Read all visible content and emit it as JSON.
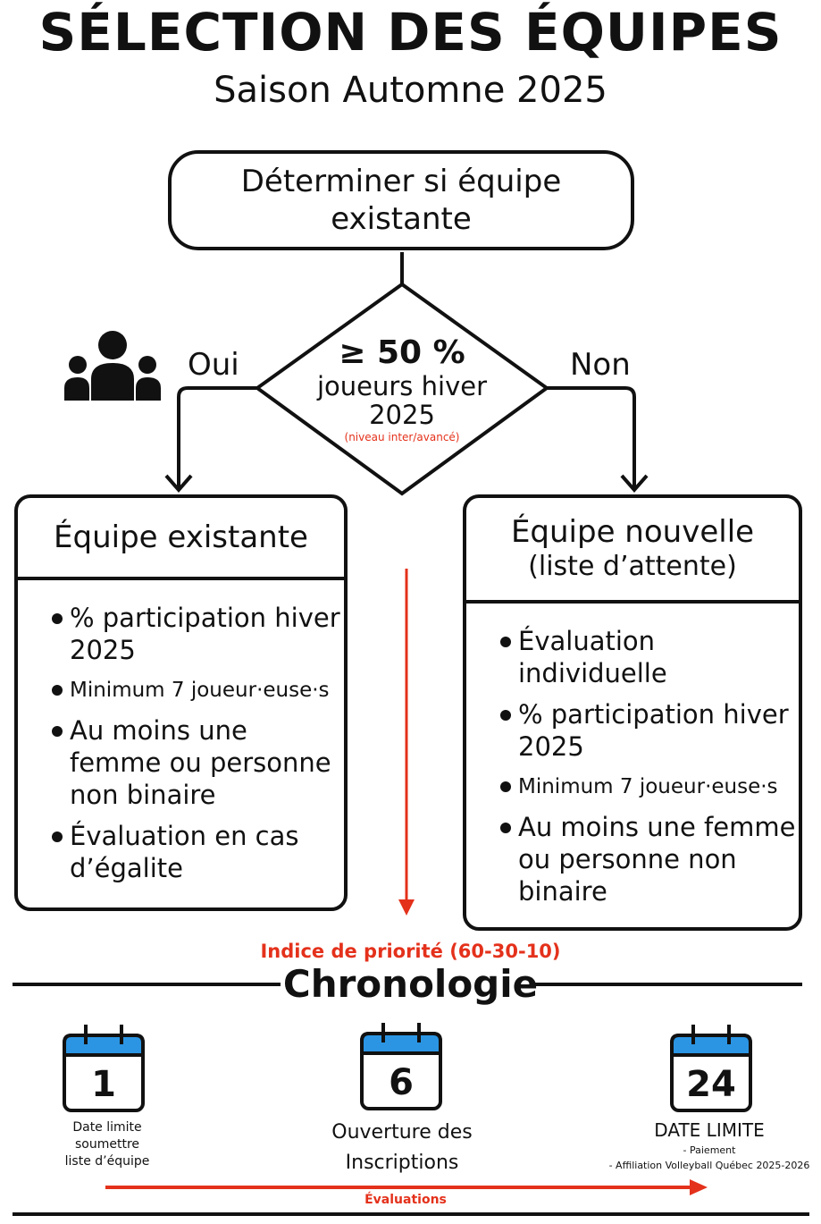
{
  "header": {
    "title": "SÉLECTION DES ÉQUIPES",
    "subtitle": "Saison Automne 2025"
  },
  "flow": {
    "start": "Déterminer si équipe existante",
    "decision": {
      "main": "≥ 50 %",
      "line2": "joueurs hiver",
      "line3": "2025",
      "note": "(niveau inter/avancé)"
    },
    "yes_label": "Oui",
    "no_label": "Non",
    "icons": {
      "team": "team-group-icon"
    }
  },
  "existing": {
    "title": "Équipe existante",
    "items": [
      "% participation hiver 2025",
      "Minimum 7 joueur·euse·s",
      "Au moins une femme ou personne non binaire",
      "Évaluation en cas d’égalite"
    ]
  },
  "new_team": {
    "title": "Équipe nouvelle",
    "subtitle": "(liste d’attente)",
    "items": [
      "Évaluation individuelle",
      "% participation hiver 2025",
      "Minimum 7 joueur·euse·s",
      "Au moins une femme ou personne non binaire"
    ]
  },
  "priority": "Indice de priorité (60-30-10)",
  "timeline": {
    "title": "Chronologie",
    "events": [
      {
        "day": "1",
        "caption_lines": [
          "Date limite",
          "soumettre",
          "liste d’équipe"
        ]
      },
      {
        "day": "6",
        "caption_lines": [
          "Ouverture des",
          "Inscriptions"
        ]
      },
      {
        "day": "24",
        "caption_title": "DATE LIMITE",
        "caption_lines": [
          "- Paiement",
          "- Affiliation Volleyball Québec 2025-2026"
        ]
      }
    ],
    "arrow_label": "Évaluations"
  },
  "colors": {
    "red": "#e4311b",
    "calendar_blue": "#2b95e3",
    "ink": "#111111"
  }
}
